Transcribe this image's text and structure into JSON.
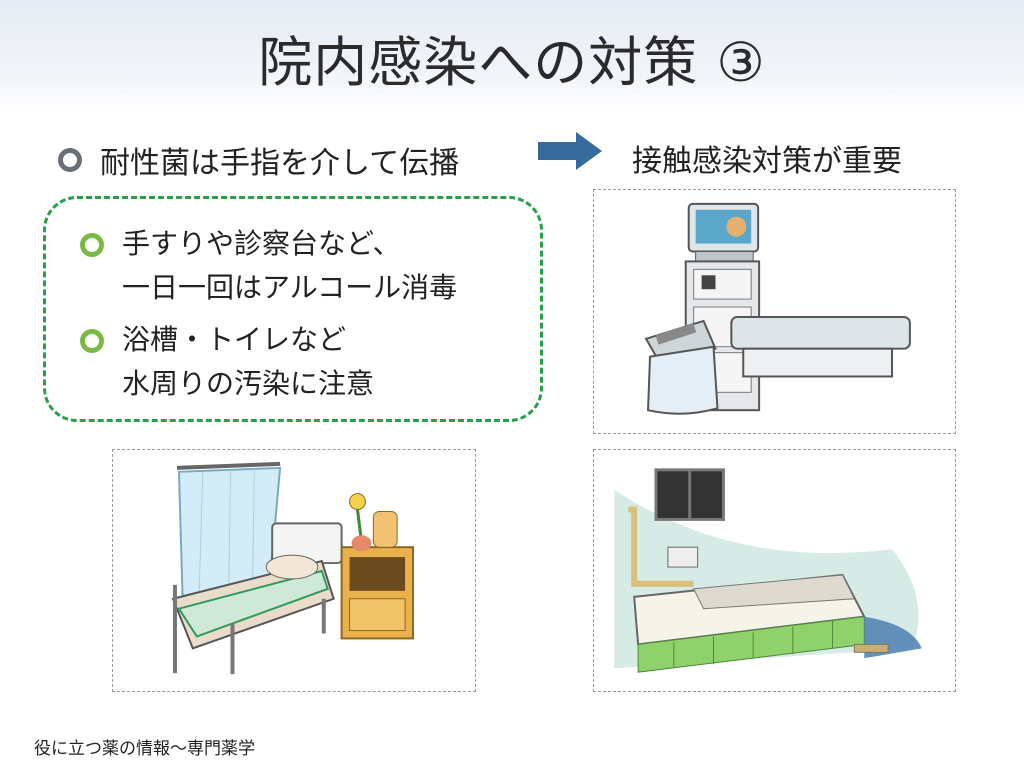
{
  "slide": {
    "title": "院内感染への対策 ③",
    "main_point": "耐性菌は手指を介して伝播",
    "conclusion": "接触感染対策が重要",
    "boxed_items": [
      {
        "line1": "手すりや診察台など、",
        "line2": "一日一回はアルコール消毒"
      },
      {
        "line1": "浴槽・トイレなど",
        "line2": "水周りの汚染に注意"
      }
    ],
    "footer": "役に立つ薬の情報～専門薬学"
  },
  "colors": {
    "arrow": "#356a9a",
    "dashed_border": "#27a047",
    "bullet_gray": "#6b6f77",
    "bullet_green": "#79b944"
  },
  "icons": {
    "main_bullet": "gray-ring-icon",
    "item_bullet": "green-ring-icon",
    "arrow": "right-arrow-icon"
  },
  "illustrations": [
    "examination-table-with-medical-cart",
    "hospital-bed-with-curtain-and-cabinet",
    "bathtub-in-bathroom"
  ]
}
